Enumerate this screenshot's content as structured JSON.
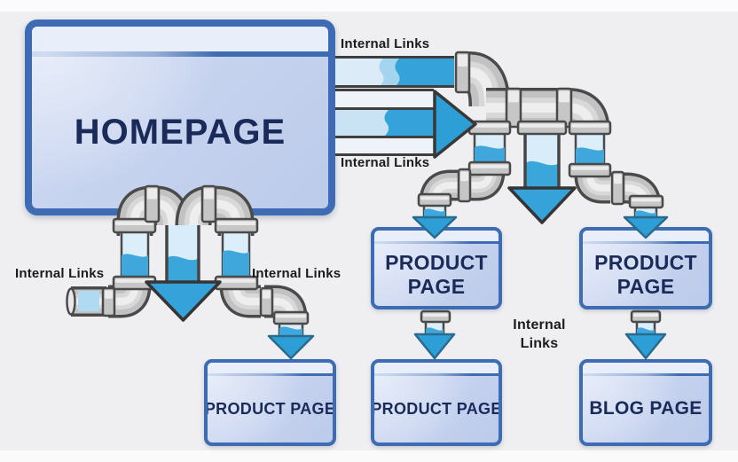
{
  "meta": {
    "description": "Internal linking structure diagram using a water-pipes metaphor: link equity flows from the homepage through pipes to product and blog pages"
  },
  "nodes": {
    "homepage": "HOMEPAGE",
    "product_mid_left": "PRODUCT PAGE",
    "product_mid_right": "PRODUCT PAGE",
    "product_bottom_left": "PRODUCT PAGE",
    "product_bottom_mid": "PRODUCT PAGE",
    "blog_bottom_right": "BLOG PAGE"
  },
  "labels": {
    "internal_links_top_right": "Internal Links",
    "internal_links_mid_right": "Internal Links",
    "internal_links_left_outer": "Internal Links",
    "internal_links_left_inner": "Internal Links",
    "internal_links_center": "Internal Links"
  },
  "colors": {
    "background": "#efeff1",
    "box_border": "#3e6cb2",
    "box_body": "#c6d3ef",
    "box_header": "#e9eefb",
    "box_text": "#1b2b59",
    "water": "#36a2da",
    "water_pale": "#d9ecfa",
    "arrow_fill": "#2d9fd6",
    "pipe_gray": "#c2c2c2",
    "pipe_outline": "#4a4a4a",
    "label_text": "#1b1b1b"
  }
}
